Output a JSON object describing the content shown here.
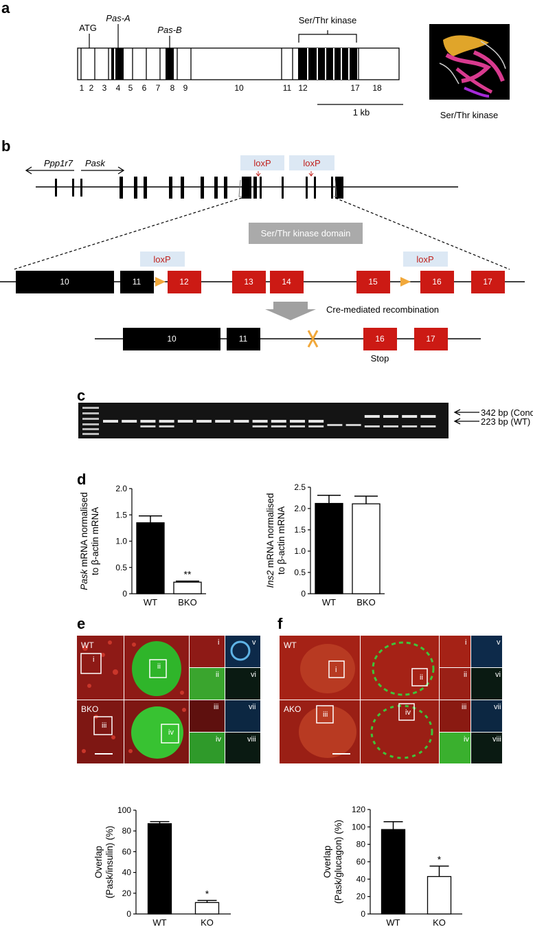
{
  "panel_letters": {
    "a": "a",
    "b": "b",
    "c": "c",
    "d": "d",
    "e": "e",
    "f": "f"
  },
  "panel_a": {
    "atg": "ATG",
    "pas_a": "Pas-A",
    "pas_b": "Pas-B",
    "kinase_label": "Ser/Thr kinase",
    "exon_numbers": [
      "1",
      "2",
      "3",
      "4",
      "5",
      "6",
      "7",
      "8",
      "9",
      "10",
      "11",
      "12",
      "17",
      "18"
    ],
    "scale_label": "1 kb",
    "structure_caption": "Ser/Thr kinase"
  },
  "panel_b": {
    "gene_left": "Ppp1r7",
    "gene_right": "Pask",
    "loxp": "loxP",
    "domain_box": "Ser/Thr kinase domain",
    "exons_top": [
      "10",
      "11",
      "12",
      "13",
      "14",
      "15",
      "16",
      "17"
    ],
    "recombination": "Cre-mediated recombination",
    "exons_bottom": [
      "10",
      "11",
      "16",
      "17"
    ],
    "stop": "Stop"
  },
  "panel_c": {
    "band_cond": "342 bp (Cond)",
    "band_wt": "223 bp (WT)",
    "lanes": [
      {
        "cond": true,
        "wt": false
      },
      {
        "cond": true,
        "wt": false
      },
      {
        "cond": true,
        "wt": true
      },
      {
        "cond": true,
        "wt": true
      },
      {
        "cond": true,
        "wt": false
      },
      {
        "cond": true,
        "wt": false
      },
      {
        "cond": true,
        "wt": false
      },
      {
        "cond": true,
        "wt": false
      },
      {
        "cond": true,
        "wt": true
      },
      {
        "cond": true,
        "wt": true
      },
      {
        "cond": true,
        "wt": true
      },
      {
        "cond": true,
        "wt": true
      },
      {
        "cond": false,
        "wt": true
      },
      {
        "cond": false,
        "wt": true
      },
      {
        "cond": true,
        "wt": true
      },
      {
        "cond": true,
        "wt": true
      },
      {
        "cond": true,
        "wt": true
      },
      {
        "cond": true,
        "wt": true
      }
    ]
  },
  "panel_e": {
    "labels": [
      "WT",
      "BKO",
      "i",
      "ii",
      "iii",
      "iv",
      "i",
      "ii",
      "iii",
      "iv",
      "v",
      "vi",
      "vii",
      "viii"
    ]
  },
  "panel_f": {
    "labels": [
      "WT",
      "AKO",
      "i",
      "ii",
      "iii",
      "iv",
      "i",
      "ii",
      "iii",
      "iv",
      "v",
      "vi",
      "vii",
      "viii"
    ]
  },
  "chart_data": [
    {
      "type": "bar",
      "panel": "d-left",
      "categories": [
        "WT",
        "BKO"
      ],
      "values": [
        1.35,
        0.22
      ],
      "errors": [
        0.13,
        0.02
      ],
      "fills": [
        "#000000",
        "#ffffff"
      ],
      "significance": [
        "",
        "**"
      ],
      "ylabel": "Pask mRNA normalised to β-actin mRNA",
      "ylabel_lines": [
        "Pask mRNA normalised",
        "to β-actin mRNA"
      ],
      "ylim": [
        0,
        2.0
      ],
      "yticks": [
        "0",
        "0.5",
        "1.0",
        "1.5",
        "2.0"
      ]
    },
    {
      "type": "bar",
      "panel": "d-right",
      "categories": [
        "WT",
        "BKO"
      ],
      "values": [
        2.12,
        2.11
      ],
      "errors": [
        0.19,
        0.18
      ],
      "fills": [
        "#000000",
        "#ffffff"
      ],
      "significance": [
        "",
        ""
      ],
      "ylabel": "Ins2 mRNA normalised to β-actin mRNA",
      "ylabel_lines": [
        "Ins2 mRNA normalised",
        "to β-actin mRNA"
      ],
      "ylim": [
        0,
        2.5
      ],
      "yticks": [
        "0",
        "0.5",
        "1.0",
        "1.5",
        "2.0",
        "2.5"
      ]
    },
    {
      "type": "bar",
      "panel": "e",
      "categories": [
        "WT",
        "KO"
      ],
      "values": [
        87,
        11
      ],
      "errors": [
        2,
        2
      ],
      "fills": [
        "#000000",
        "#ffffff"
      ],
      "significance": [
        "",
        "*"
      ],
      "ylabel": "Overlap (Pask/insulin) (%)",
      "ylabel_lines": [
        "Overlap",
        "(Pask/insulin) (%)"
      ],
      "ylim": [
        0,
        100
      ],
      "yticks": [
        "0",
        "20",
        "40",
        "60",
        "80",
        "100"
      ]
    },
    {
      "type": "bar",
      "panel": "f",
      "categories": [
        "WT",
        "KO"
      ],
      "values": [
        97,
        43
      ],
      "errors": [
        9,
        12
      ],
      "fills": [
        "#000000",
        "#ffffff"
      ],
      "significance": [
        "",
        "*"
      ],
      "ylabel": "Overlap (Pask/glucagon) (%)",
      "ylabel_lines": [
        "Overlap",
        "(Pask/glucagon) (%)"
      ],
      "ylim": [
        0,
        120
      ],
      "yticks": [
        "0",
        "20",
        "40",
        "60",
        "80",
        "100",
        "120"
      ]
    }
  ]
}
